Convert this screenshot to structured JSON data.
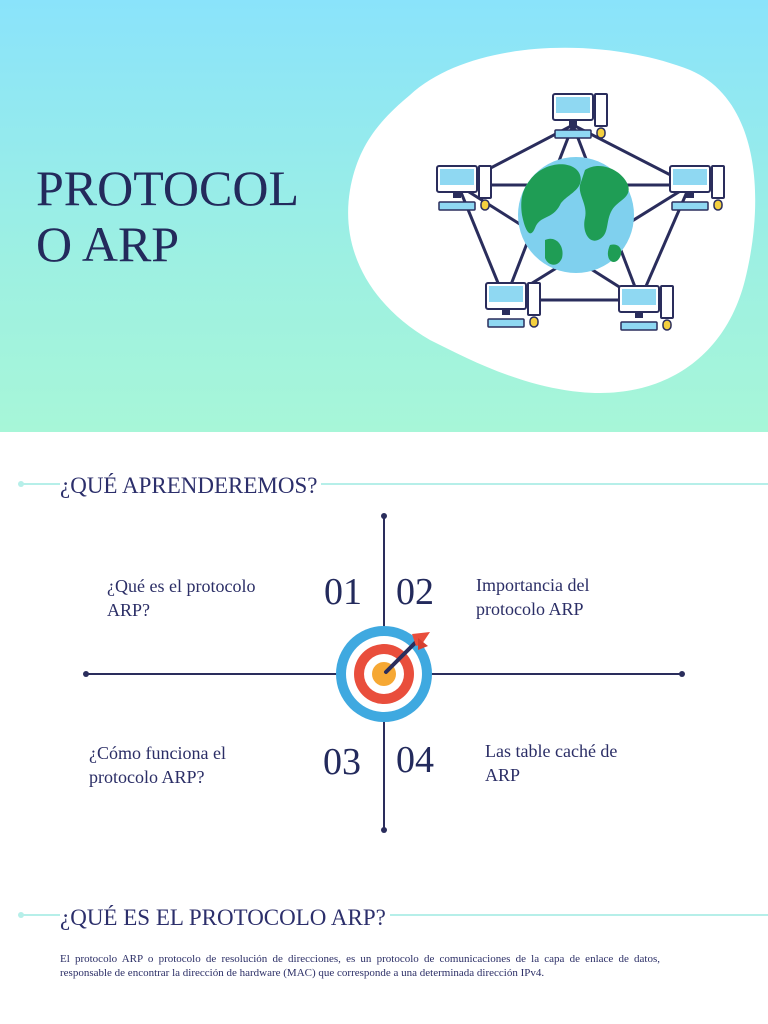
{
  "slide1": {
    "title_line1": "PROTOCOL",
    "title_line2": "O ARP"
  },
  "section1": {
    "heading": "¿QUÉ APRENDEREMOS?",
    "items": [
      {
        "number": "01",
        "text_line1": "¿Qué es el protocolo",
        "text_line2": "ARP?"
      },
      {
        "number": "02",
        "text_line1": "Importancia del",
        "text_line2": "protocolo ARP"
      },
      {
        "number": "03",
        "text_line1": "¿Cómo funciona el",
        "text_line2": "protocolo ARP?"
      },
      {
        "number": "04",
        "text_line1": "Las table caché de",
        "text_line2": "ARP"
      }
    ]
  },
  "section2": {
    "heading": "¿QUÉ ES EL PROTOCOLO ARP?",
    "paragraph": "El protocolo ARP o protocolo de resolución de direcciones, es un protocolo de comunicaciones de la capa de enlace de datos, responsable de encontrar la dirección de hardware (MAC) que corresponde a una determinada dirección IPv4."
  },
  "colors": {
    "title": "#232a5c",
    "accent_line": "#b6efe9",
    "bg_top": "#8ae3fb",
    "bg_bottom": "#a7f6d8"
  },
  "icons": [
    "globe-icon",
    "computer-icon",
    "target-icon",
    "arrow-icon"
  ]
}
